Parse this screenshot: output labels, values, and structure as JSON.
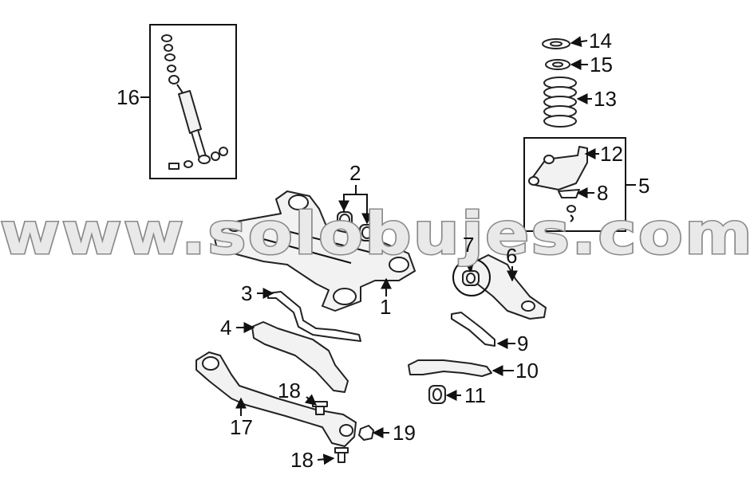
{
  "watermark": {
    "text": "www.solobujes.com"
  },
  "callouts": {
    "c1": "1",
    "c2": "2",
    "c3": "3",
    "c4": "4",
    "c5": "5",
    "c6": "6",
    "c7": "7",
    "c8": "8",
    "c9": "9",
    "c10": "10",
    "c11": "11",
    "c12": "12",
    "c13": "13",
    "c14": "14",
    "c15": "15",
    "c16": "16",
    "c17": "17",
    "c18a": "18",
    "c18b": "18",
    "c19": "19"
  },
  "colors": {
    "ink": "#111111",
    "watermark_fill": "#e9e9e9",
    "watermark_stroke": "#8a8a8a"
  }
}
